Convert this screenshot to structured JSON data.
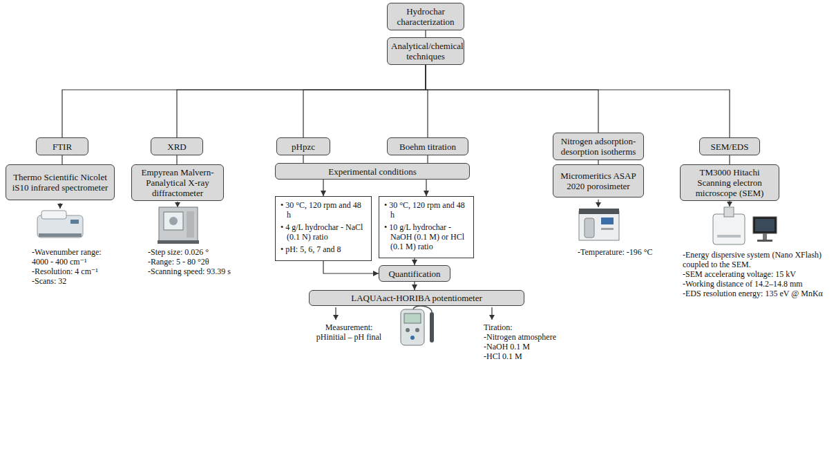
{
  "diagram": {
    "nodes": [
      {
        "text": [
          "Hydrochar characterization"
        ]
      },
      {
        "text": [
          "Analytical/chemical techniques"
        ]
      },
      {
        "text": [
          "FTIR"
        ]
      },
      {
        "text": [
          "XRD"
        ]
      },
      {
        "text": [
          "pHpzc"
        ]
      },
      {
        "text": [
          "Boehm titration"
        ]
      },
      {
        "text": [
          "Nitrogen adsorption-desorption isotherms"
        ]
      },
      {
        "text": [
          "SEM/EDS"
        ]
      },
      {
        "text": [
          "Thermo Scientific Nicolet iS10 infrared spectrometer"
        ]
      },
      {
        "text": [
          "Empyrean Malvern-Panalytical X-ray diffractometer"
        ]
      },
      {
        "text": [
          "Experimental conditions"
        ]
      },
      {
        "text": [
          "Micromeritics ASAP 2020 porosimeter"
        ]
      },
      {
        "text": [
          "TM3000 Hitachi Scanning electron microscope (SEM)"
        ]
      },
      {
        "text": [
          "• 30 °C, 120 rpm and 48 h",
          "• 4 g/L hydrochar - NaCl (0.1 N) ratio",
          "• pH: 5, 6, 7 and 8"
        ]
      },
      {
        "text": [
          "• 30 °C, 120 rpm and 48 h",
          "• 10 g/L hydrochar - NaOH (0.1 M) or HCl (0.1 M) ratio"
        ]
      },
      {
        "text": [
          "Quantification"
        ]
      },
      {
        "text": [
          "LAQUAact-HORIBA potentiometer"
        ]
      }
    ],
    "edges": [
      {
        "from": 0,
        "to": 1,
        "arrow": "none"
      },
      {
        "from": 1,
        "to": 2,
        "arrow": "none"
      },
      {
        "from": 1,
        "to": 3,
        "arrow": "none"
      },
      {
        "from": 1,
        "to": 4,
        "arrow": "none"
      },
      {
        "from": 1,
        "to": 5,
        "arrow": "none"
      },
      {
        "from": 1,
        "to": 6,
        "arrow": "none"
      },
      {
        "from": 1,
        "to": 7,
        "arrow": "none"
      },
      {
        "from": 2,
        "to": 8,
        "arrow": "none"
      },
      {
        "from": 3,
        "to": 9,
        "arrow": "none"
      },
      {
        "from": 4,
        "to": 10,
        "arrow": "none"
      },
      {
        "from": 5,
        "to": 10,
        "arrow": "none"
      },
      {
        "from": 6,
        "to": 11,
        "arrow": "none"
      },
      {
        "from": 7,
        "to": 12,
        "arrow": "none"
      },
      {
        "from": 10,
        "to": 13,
        "arrow": "to"
      },
      {
        "from": 10,
        "to": 14,
        "arrow": "to"
      },
      {
        "from": 13,
        "to": 15,
        "arrow": "to"
      },
      {
        "from": 14,
        "to": 15,
        "arrow": "to"
      },
      {
        "from": 15,
        "to": 16,
        "arrow": "to"
      }
    ],
    "labels": [
      "-Wavenumber range: 4000 - 400 cm⁻¹",
      "-Resolution: 4 cm⁻¹",
      "-Scans: 32",
      "-Step size: 0.026 °",
      "-Range: 5 - 80 °2θ",
      "-Scanning speed: 93.39 s",
      "-Temperature: -196 °C",
      "-Energy dispersive system (Nano XFlash) coupled to the SEM.",
      "-SEM accelerating voltage: 15 kV",
      "-Working distance of 14.2–14.8 mm",
      "-EDS resolution energy: 135 eV @ MnKα",
      "Measurement:",
      "pHinitial – pH final",
      "Tiration:",
      "-Nitrogen atmosphere",
      "-NaOH 0.1 M",
      "-HCl 0.1 M"
    ]
  }
}
